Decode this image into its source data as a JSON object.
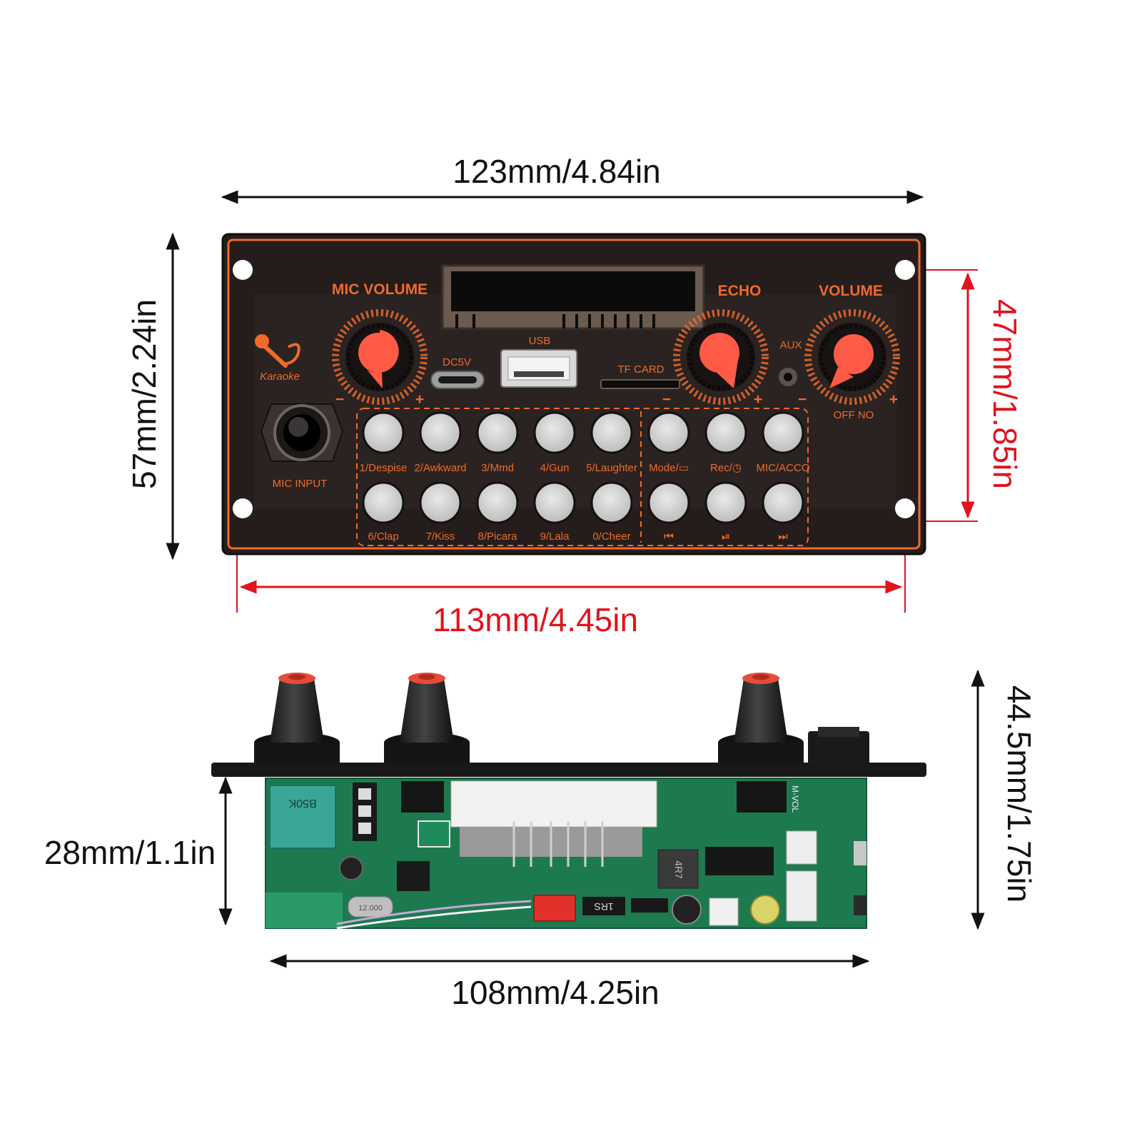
{
  "dimensions": {
    "front_width": "123mm/4.84in",
    "front_height": "57mm/2.24in",
    "hole_spacing_width": "113mm/4.45in",
    "hole_spacing_height": "47mm/1.85in",
    "board_width": "108mm/4.25in",
    "board_height": "28mm/1.1in",
    "total_depth": "44.5mm/1.75in"
  },
  "panel": {
    "mic_volume": "MIC VOLUME",
    "echo": "ECHO",
    "volume": "VOLUME",
    "usb": "USB",
    "dc5v": "DC5V",
    "tf_card": "TF CARD",
    "aux": "AUX",
    "off_no": "OFF  NO",
    "mic_input": "MIC INPUT",
    "karaoke": "Karaoke",
    "minus": "−",
    "plus": "+"
  },
  "buttons_top": [
    "1/Despise",
    "2/Awkward",
    "3/Mmd",
    "4/Gun",
    "5/Laughter",
    "Mode/▭",
    "Rec/◷",
    "MIC/ACCO"
  ],
  "buttons_bottom": [
    "6/Clap",
    "7/Kiss",
    "8/Picara",
    "9/Lala",
    "0/Cheer",
    "⏮",
    "⏯",
    "⏭"
  ],
  "board": {
    "pot_label": "B50K",
    "inductor": "4R7",
    "diode": "1RS",
    "mvol": "M-VOL",
    "crystal": "12.000"
  },
  "colors": {
    "panel": "#2a2220",
    "accent": "#ef6a2c",
    "knob": "#ff5a45",
    "dimension_red": "#e0141e",
    "pcb": "#1d7a4f"
  }
}
